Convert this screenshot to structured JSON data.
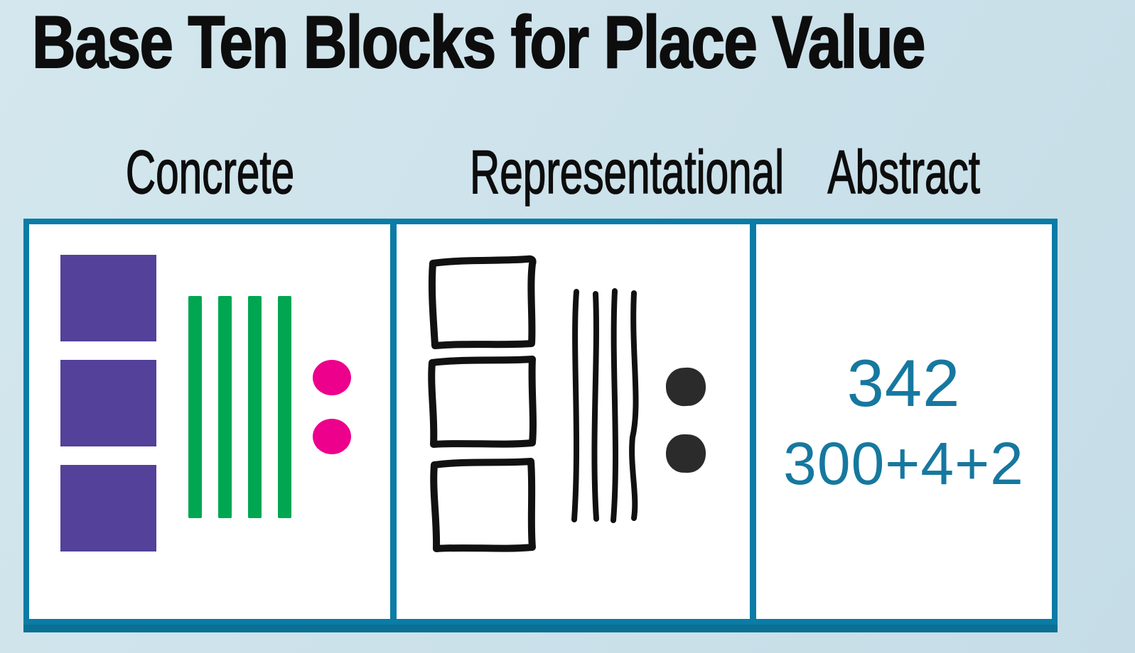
{
  "title": "Base Ten Blocks for Place Value",
  "columns": [
    {
      "label": "Concrete"
    },
    {
      "label": "Representational"
    },
    {
      "label": "Abstract"
    }
  ],
  "concrete": {
    "hundreds": 3,
    "tens": 4,
    "ones": 2
  },
  "representational": {
    "hundreds": 3,
    "tens": 4,
    "ones": 2
  },
  "abstract": {
    "number": "342",
    "expanded_form": "300+4+2"
  },
  "colors": {
    "background": "#cbe1ea",
    "bg_light": "#d4e7ee",
    "frame_border": "#0a7ca6",
    "frame_underline": "#0b7094",
    "title_text": "#0d0d0d",
    "hundreds_block": "#544199",
    "tens_rod": "#00a651",
    "ones_unit": "#ec008c",
    "sketch_ink": "#111111",
    "sketch_dot": "#2b2b2b",
    "abstract_text": "#16789f"
  }
}
